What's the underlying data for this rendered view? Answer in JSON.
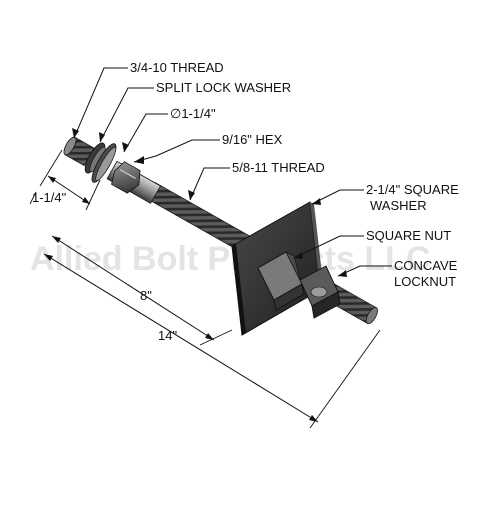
{
  "labels": {
    "thread_top": "3/4-10 THREAD",
    "split_lock_washer": "SPLIT LOCK WASHER",
    "diameter": "∅1-1/4\"",
    "hex": "9/16\" HEX",
    "thread_mid": "5/8-11 THREAD",
    "square_washer_line1": "2-1/4\" SQUARE",
    "square_washer_line2": "WASHER",
    "square_nut": "SQUARE NUT",
    "concave_line1": "CONCAVE",
    "concave_line2": "LOCKNUT"
  },
  "dimensions": {
    "small": "1-1/4\"",
    "mid": "8\"",
    "overall": "14\""
  },
  "watermark": "Allied Bolt Products LLC",
  "colors": {
    "steel_dark": "#2e2e2e",
    "steel_mid": "#6a6a6a",
    "steel_light": "#b5b5b5",
    "watermark": "#cfcfcf"
  }
}
